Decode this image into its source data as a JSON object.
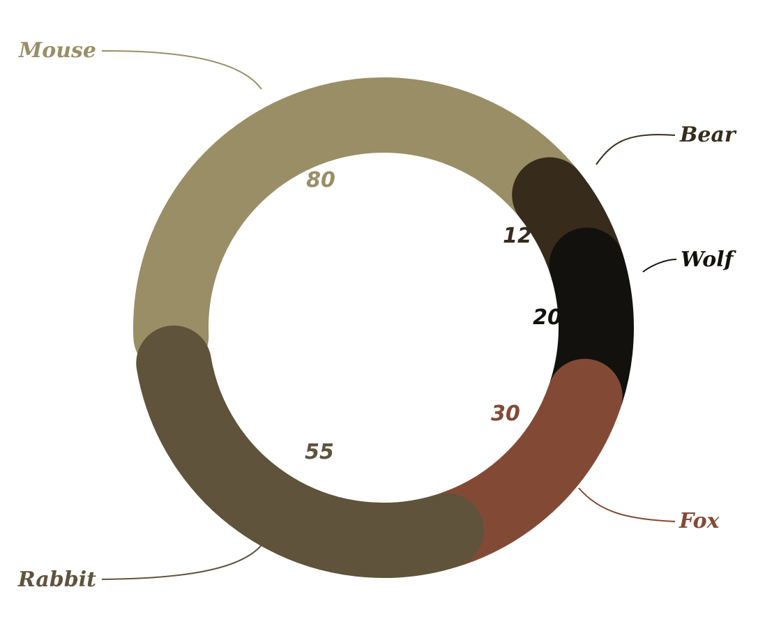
{
  "chart_data": {
    "type": "pie",
    "title": "",
    "slices": [
      {
        "label": "Mouse",
        "value": 80,
        "color": "#9a8e66"
      },
      {
        "label": "Bear",
        "value": 12,
        "color": "#372b1b"
      },
      {
        "label": "Wolf",
        "value": 20,
        "color": "#12110e"
      },
      {
        "label": "Fox",
        "value": 30,
        "color": "#824a35"
      },
      {
        "label": "Rabbit",
        "value": 55,
        "color": "#5f533b"
      }
    ]
  }
}
